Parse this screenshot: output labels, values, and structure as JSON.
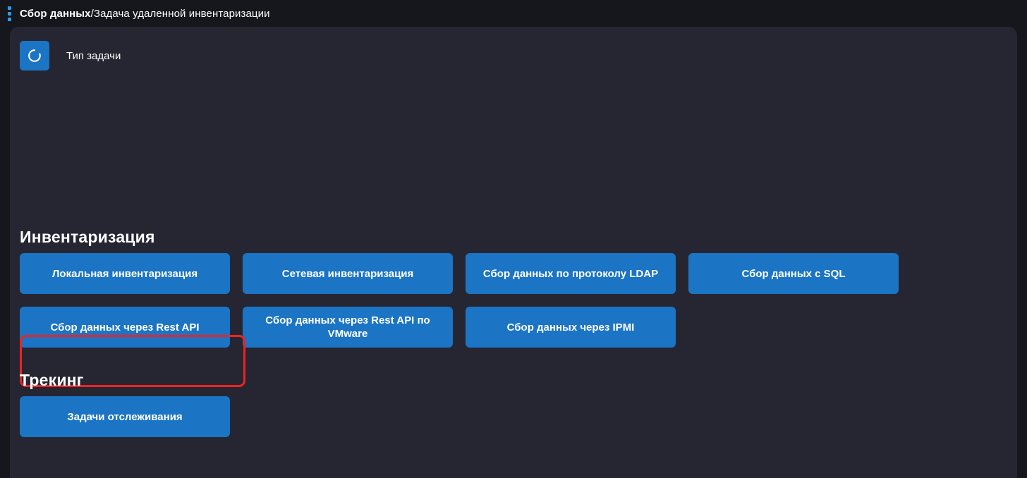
{
  "topbar": {
    "menu_icon": "kebab-menu-icon",
    "breadcrumb": {
      "root": "Сбор данных",
      "separator": "/",
      "current": "Задача удаленной инвентаризации"
    }
  },
  "task_type": {
    "icon": "spinner-arc-icon",
    "label": "Тип задачи"
  },
  "sections": [
    {
      "id": "inventory",
      "title": "Инвентаризация",
      "buttons": [
        {
          "label": "Локальная инвентаризация",
          "name": "local-inventory-button",
          "highlighted": false
        },
        {
          "label": "Сетевая инвентаризация",
          "name": "network-inventory-button",
          "highlighted": false
        },
        {
          "label": "Сбор данных по протоколу LDAP",
          "name": "ldap-collect-button",
          "highlighted": false
        },
        {
          "label": "Сбор данных с SQL",
          "name": "sql-collect-button",
          "highlighted": false
        },
        {
          "label": "Сбор данных через Rest API",
          "name": "rest-api-collect-button",
          "highlighted": true
        },
        {
          "label": "Сбор данных через Rest API по VMware",
          "name": "rest-api-vmware-collect-button",
          "highlighted": false
        },
        {
          "label": "Сбор данных через IPMI",
          "name": "ipmi-collect-button",
          "highlighted": false
        }
      ]
    },
    {
      "id": "tracking",
      "title": "Трекинг",
      "buttons": [
        {
          "label": "Задачи отслеживания",
          "name": "tracking-tasks-button",
          "highlighted": false
        }
      ]
    }
  ],
  "colors": {
    "page_background": "#15171c",
    "card_background": "#262633",
    "accent_blue": "#1b74c4",
    "menu_dot_blue": "#2d9cee",
    "highlight_red": "#ef2222",
    "text_primary": "#ffffff"
  }
}
